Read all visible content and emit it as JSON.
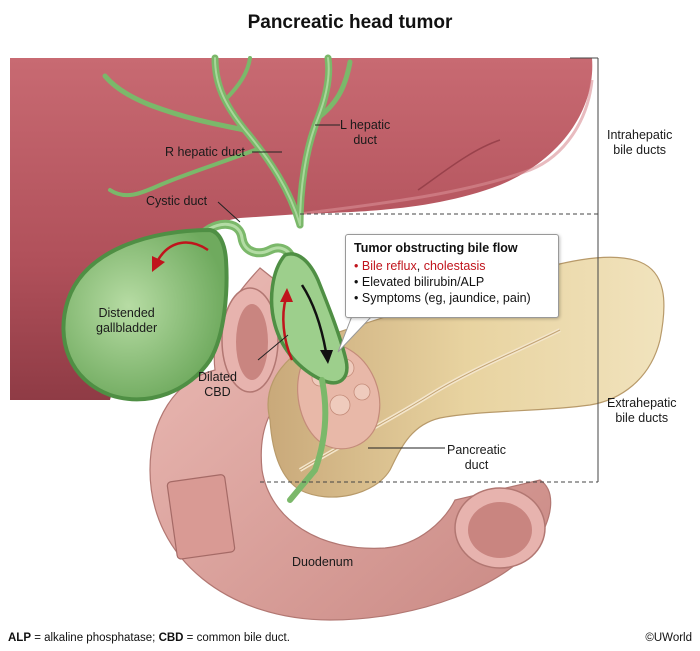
{
  "title": "Pancreatic head tumor",
  "labels": {
    "l_hepatic_1": "L hepatic",
    "l_hepatic_2": "duct",
    "r_hepatic": "R hepatic duct",
    "cystic": "Cystic duct",
    "gallbladder_1": "Distended",
    "gallbladder_2": "gallbladder",
    "dilated_1": "Dilated",
    "dilated_2": "CBD",
    "pancreatic_1": "Pancreatic",
    "pancreatic_2": "duct",
    "duodenum": "Duodenum",
    "intrahepatic_1": "Intrahepatic",
    "intrahepatic_2": "bile ducts",
    "extrahepatic_1": "Extrahepatic",
    "extrahepatic_2": "bile ducts"
  },
  "callout": {
    "heading": "Tumor obstructing bile flow",
    "bullet": "•",
    "item1_a": "Bile reflux",
    "item1_sep": ", ",
    "item1_b": "cholestasis",
    "item2": "Elevated bilirubin/ALP",
    "item3": "Symptoms (eg, jaundice, pain)"
  },
  "footer": {
    "alp_abbr": "ALP",
    "alp_def": " = alkaline phosphatase; ",
    "cbd_abbr": "CBD",
    "cbd_def": " = common bile duct."
  },
  "copyright": "©UWorld",
  "colors": {
    "liver": "#b2545d",
    "bile_duct": "#78b868",
    "gallbladder": "#8fc77e",
    "pancreas": "#e9d7a4",
    "duodenum": "#e2aaa6",
    "tumor": "#e8b8a8",
    "arrow_reflux": "#c0141c",
    "arrow_flow": "#111111"
  }
}
